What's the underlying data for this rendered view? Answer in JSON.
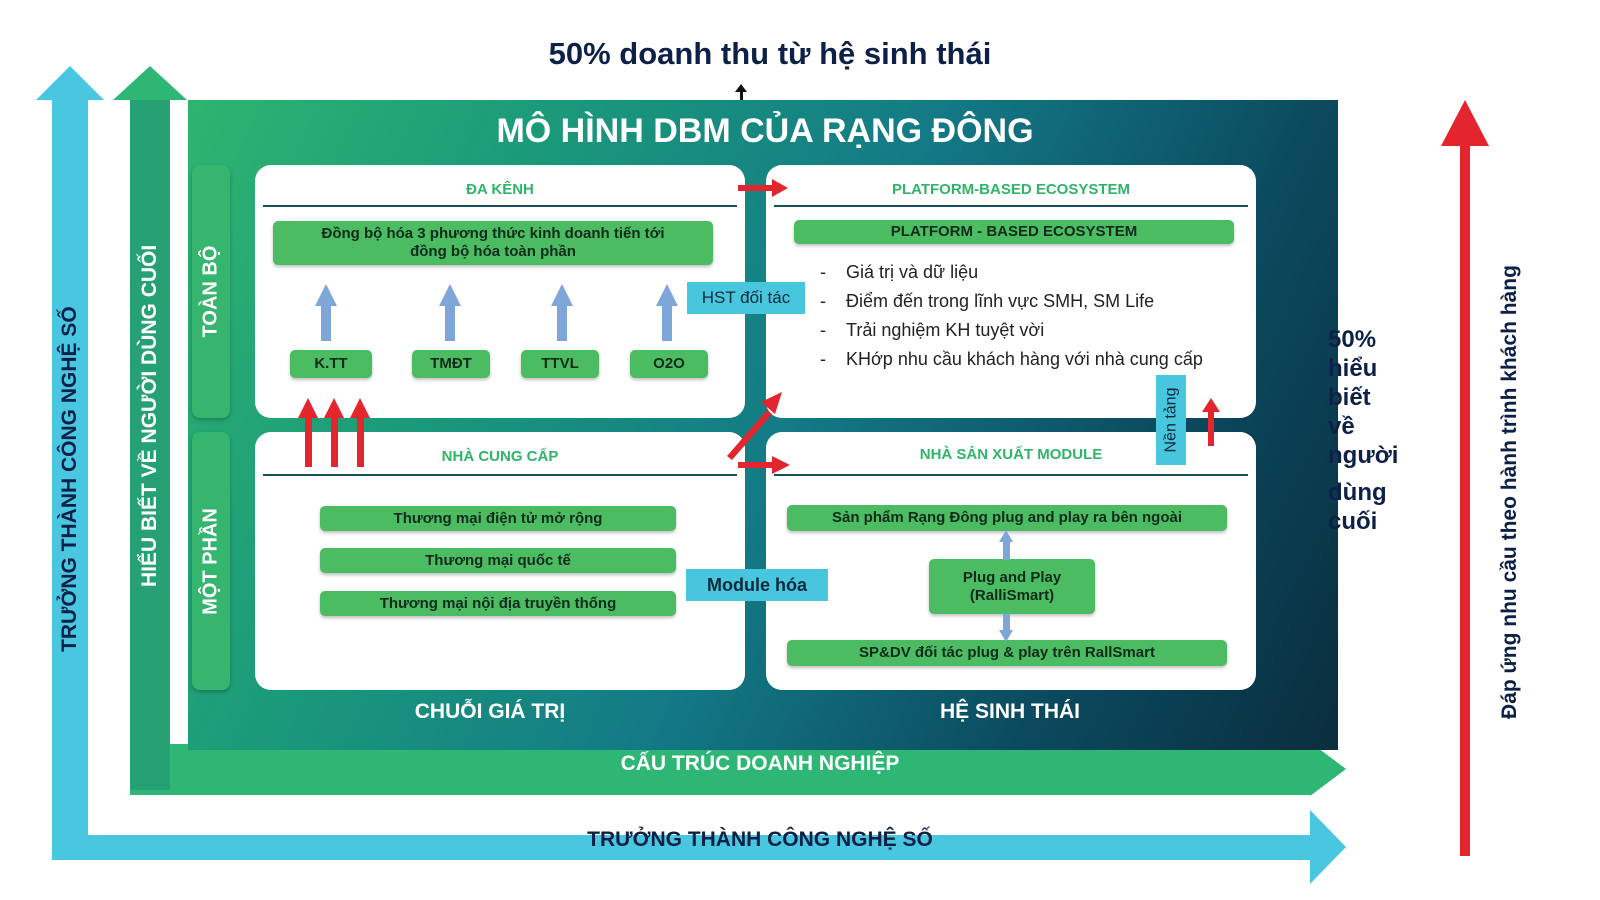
{
  "top_title": "50% doanh thu từ hệ sinh thái",
  "main_title": "MÔ HÌNH DBM CỦA RẠNG ĐÔNG",
  "left_axes": {
    "outer": "TRƯỞNG THÀNH CÔNG NGHỆ SỐ",
    "inner": "HIỂU BIẾT VỀ NGƯỜI DÙNG CUỐI"
  },
  "bottom_axes": {
    "inner": "CẤU TRÚC DOANH NGHIỆP",
    "outer": "TRƯỞNG THÀNH CÔNG NGHỆ SỐ"
  },
  "right_axis": "Đáp ứng nhu cầu theo hành trình khách hàng",
  "right_note": [
    "50%",
    "hiểu",
    "biết",
    "về",
    "người",
    "dùng",
    "cuối"
  ],
  "rows": {
    "top": "TOÀN BỘ",
    "bottom": "MỘT PHẦN"
  },
  "columns": {
    "left": "CHUỖI GIÁ TRỊ",
    "right": "HỆ SINH THÁI"
  },
  "da_kenh": {
    "header": "ĐA KÊNH",
    "banner": "Đồng bộ hóa 3 phương thức kinh doanh tiến tới đồng bộ hóa toàn phần",
    "channels": [
      "K.TT",
      "TMĐT",
      "TTVL",
      "O2O"
    ]
  },
  "platform": {
    "header": "PLATFORM-BASED ECOSYSTEM",
    "banner": "PLATFORM - BASED ECOSYSTEM",
    "bullets": [
      "Giá trị và dữ liệu",
      "Điểm đến trong lĩnh vực SMH, SM Life",
      "Trải nghiệm KH tuyệt vời",
      "KHớp nhu cầu khách hàng với nhà cung cấp"
    ],
    "bullet_marker": "-"
  },
  "nha_cung_cap": {
    "header": "NHÀ CUNG CẤP",
    "items": [
      "Thương mại điện tử mở rộng",
      "Thương mại quốc tế",
      "Thương mại nội địa truyền thống"
    ]
  },
  "module": {
    "header": "NHÀ SẢN XUẤT MODULE",
    "top": "Sản phẩm Rạng Đông plug and play ra bên ngoài",
    "middle_line1": "Plug and Play",
    "middle_line2": "(RalliSmart)",
    "bottom": "SP&DV đối tác plug & play trên RallSmart"
  },
  "tags": {
    "hst": "HST đối tác",
    "module_hoa": "Module hóa",
    "nen_tang": "Nền tảng"
  },
  "colors": {
    "navy": "#0d2148",
    "cyan": "#4ac7e0",
    "green": "#2eb774",
    "red": "#e3262d",
    "pill_green": "#4cbc62",
    "header_green": "#2fb46a",
    "blue_arrow": "#7ea6d8"
  }
}
